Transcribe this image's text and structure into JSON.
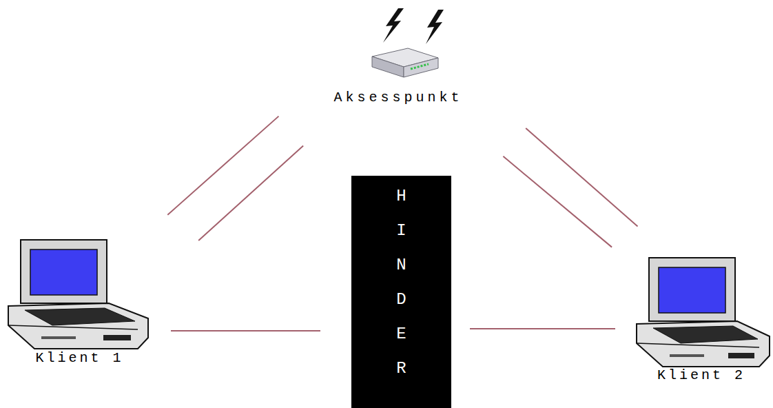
{
  "diagram": {
    "nodes": [
      {
        "text": [
          "Aksesspunkt"
        ]
      },
      {
        "text": [
          "Klient 1"
        ]
      },
      {
        "text": [
          "HINDER"
        ]
      },
      {
        "text": [
          "Klient 2"
        ]
      }
    ],
    "edges": [
      {
        "from": 1,
        "to": 0,
        "arrow": "none"
      },
      {
        "from": 1,
        "to": 0,
        "arrow": "none"
      },
      {
        "from": 0,
        "to": 3,
        "arrow": "none"
      },
      {
        "from": 0,
        "to": 3,
        "arrow": "none"
      },
      {
        "from": 1,
        "to": 2,
        "arrow": "none"
      },
      {
        "from": 2,
        "to": 3,
        "arrow": "none"
      }
    ]
  }
}
